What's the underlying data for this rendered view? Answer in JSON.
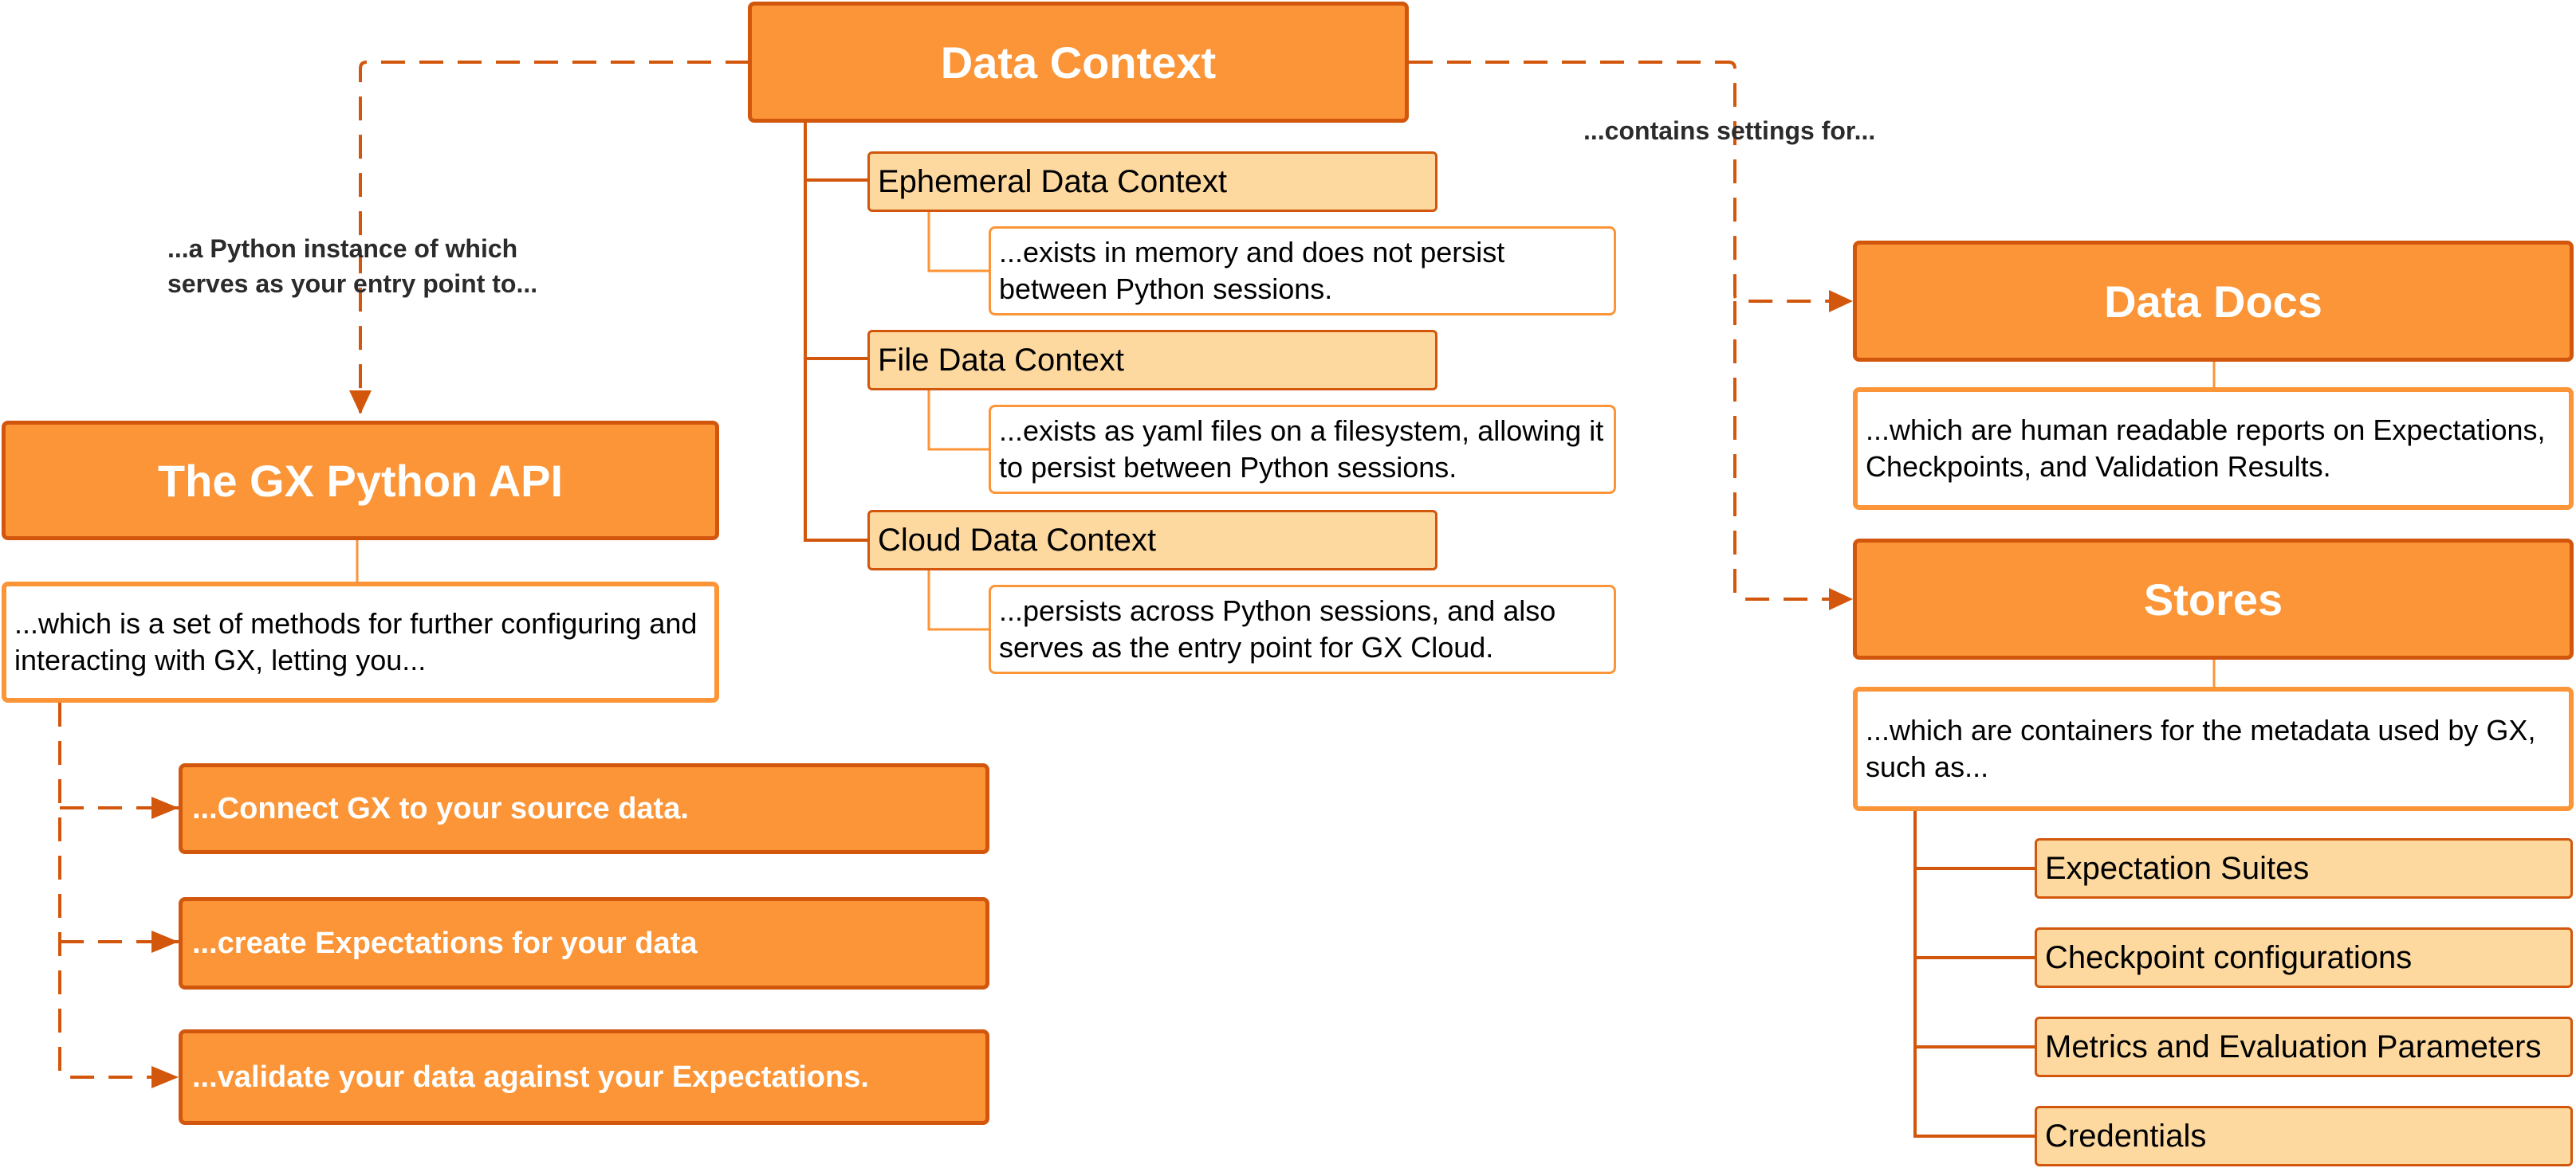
{
  "diagram": {
    "data_context": {
      "title": "Data Context",
      "ephemeral": {
        "title": "Ephemeral Data Context",
        "description": "...exists in memory and does not persist between Python sessions."
      },
      "file": {
        "title": "File Data Context",
        "description": "...exists as yaml files on a filesystem, allowing it to persist between Python sessions."
      },
      "cloud": {
        "title": "Cloud Data Context",
        "description": "...persists across Python sessions, and also serves as the entry point for GX Cloud."
      }
    },
    "edge_labels": {
      "entry_point": "...a Python instance of which serves as your entry point to...",
      "settings": "...contains settings for..."
    },
    "python_api": {
      "title": "The GX Python API",
      "description": "...which is a set of methods for further configuring and interacting with GX, letting you...",
      "actions": [
        "...Connect GX to your source data.",
        "...create Expectations for your data",
        "...validate your data against your Expectations."
      ]
    },
    "data_docs": {
      "title": "Data Docs",
      "description": "...which are human readable reports on Expectations, Checkpoints, and Validation Results."
    },
    "stores": {
      "title": "Stores",
      "description": "...which are containers for the metadata used by GX, such as...",
      "items": [
        "Expectation Suites",
        "Checkpoint configurations",
        "Metrics and Evaluation Parameters",
        "Credentials"
      ]
    },
    "colors": {
      "primary_fill": "#fb9537",
      "primary_border": "#d2570d",
      "secondary_fill": "#fdd9a0",
      "connector": "#d2570d",
      "light_connector": "#fb9537"
    }
  }
}
